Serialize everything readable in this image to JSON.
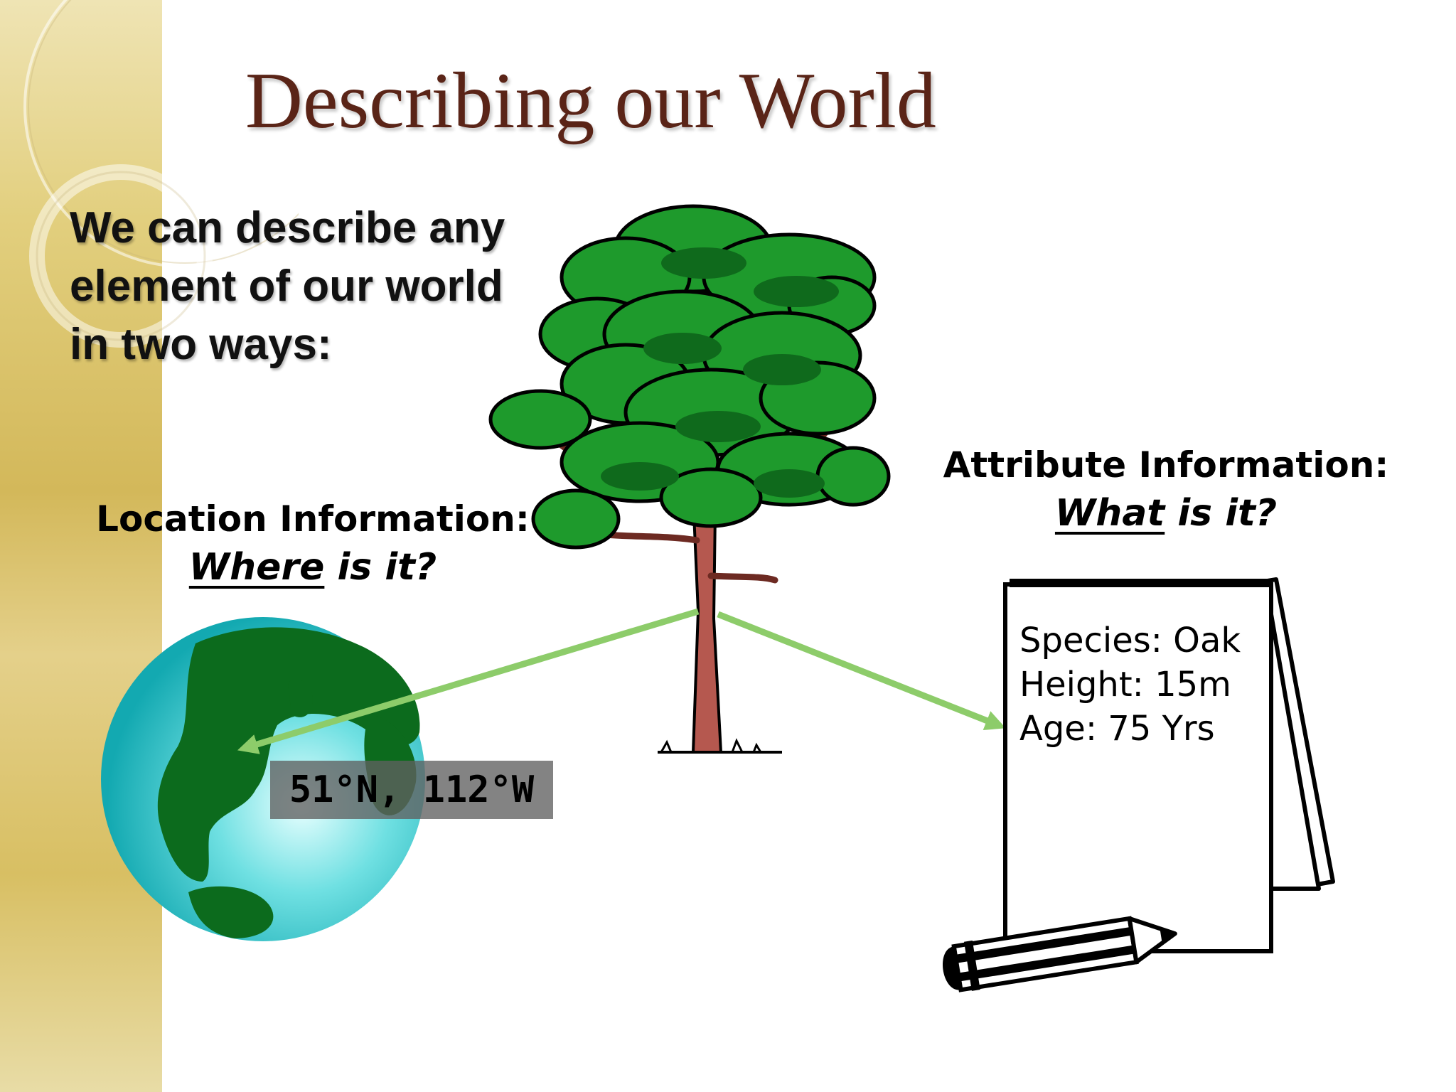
{
  "slide": {
    "title": "Describing our World",
    "intro_lines": [
      "We can describe any",
      "element of our world",
      "in two ways:"
    ]
  },
  "location": {
    "heading": "Location Information:",
    "question_word": "Where",
    "question_rest": " is it?",
    "coordinates": "51°N, 112°W"
  },
  "attribute": {
    "heading": "Attribute Information:",
    "question_word": "What",
    "question_rest": " is it?",
    "notes": [
      "Species: Oak",
      "Height: 15m",
      "Age: 75 Yrs"
    ]
  },
  "colors": {
    "title": "#5a2417",
    "arrow": "#8dcc6a",
    "leaf": "#1e9a2c",
    "trunk": "#b5584f",
    "globe_ocean": "#29c3c8",
    "globe_land": "#0c6b1d",
    "sidebar_gold": "#d3b85a"
  },
  "icons": [
    "tree-illustration",
    "globe-icon",
    "notepad-icon",
    "pencil-icon",
    "arrow-icon"
  ]
}
